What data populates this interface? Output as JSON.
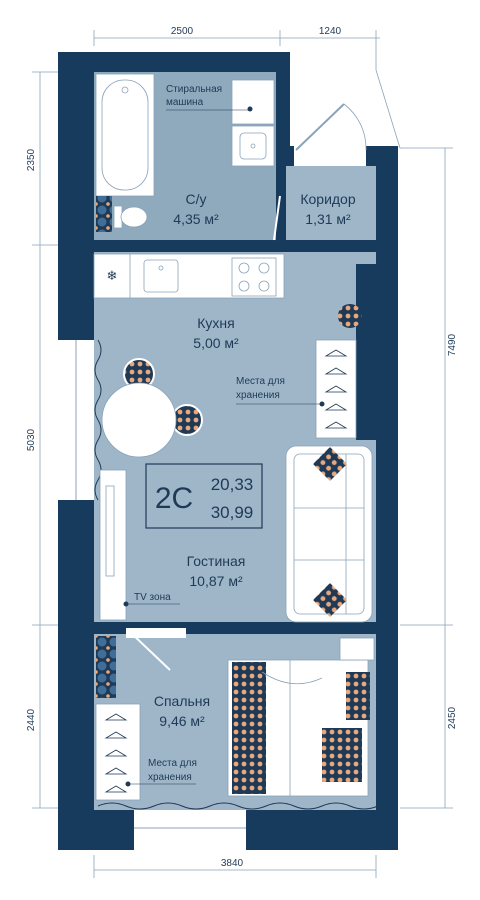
{
  "dimensions": {
    "top_left": "2500",
    "top_right": "1240",
    "left_upper": "2350",
    "left_middle": "5030",
    "left_lower": "2440",
    "right_main": "7490",
    "right_lower": "2450",
    "bottom": "3840"
  },
  "rooms": {
    "bathroom": {
      "name": "С/у",
      "area": "4,35 м²"
    },
    "corridor": {
      "name": "Коридор",
      "area": "1,31 м²"
    },
    "kitchen": {
      "name": "Кухня",
      "area": "5,00 м²"
    },
    "living": {
      "name": "Гостиная",
      "area": "10,87 м²"
    },
    "bedroom": {
      "name": "Спальня",
      "area": "9,46 м²"
    }
  },
  "labels": {
    "washer_line1": "Стиральная",
    "washer_line2": "машина",
    "storage1_line1": "Места для",
    "storage1_line2": "хранения",
    "tv_zone": "TV зона",
    "storage2_line1": "Места для",
    "storage2_line2": "хранения"
  },
  "apartment": {
    "type": "2С",
    "area_living": "20,33",
    "area_total": "30,99"
  },
  "colors": {
    "wall": "#163b5c",
    "floor": "#9eb6c8",
    "bath_floor": "#8fa9bd",
    "fixture": "#ffffff",
    "accent": "#e9a77c"
  }
}
